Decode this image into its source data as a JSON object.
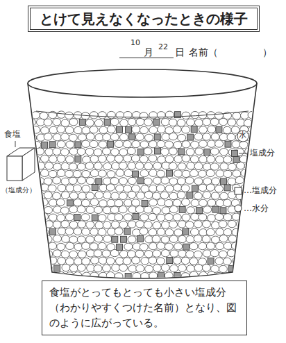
{
  "diagram": {
    "title": "とけて見えなくなったときの様子",
    "nodes": [
      {
        "text": [
          "食塩がとってもとっても小さい塩成分（わかりやすくつけた名前）となり、図のように広がっている。"
        ]
      }
    ],
    "labels": [
      "10",
      "月",
      "22",
      "日",
      "名前（",
      "）",
      "食塩",
      "（塩成分）",
      "水",
      "塩成分"
    ],
    "legend": [
      {
        "text": "…塩成分"
      },
      {
        "text": "…水分"
      }
    ]
  }
}
